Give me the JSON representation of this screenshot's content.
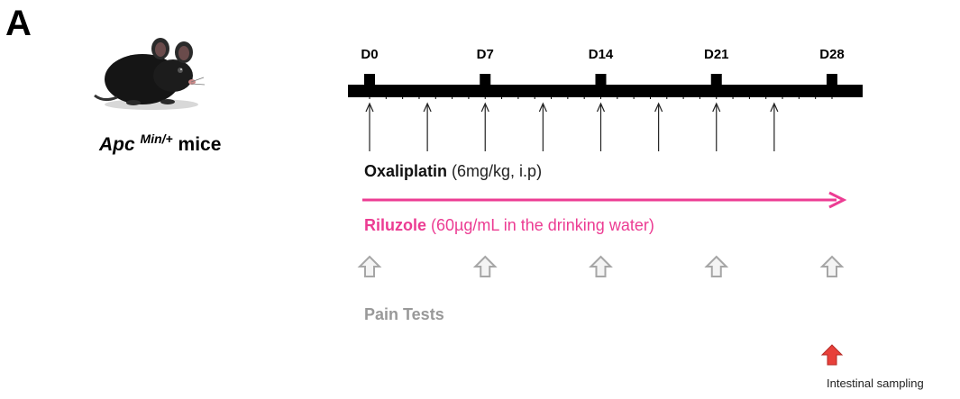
{
  "panel_letter": "A",
  "mouse": {
    "strain_italic": "Apc",
    "strain_sup": "Min/+",
    "suffix": "mice"
  },
  "timeline": {
    "days": [
      {
        "label": "D0",
        "day": 0
      },
      {
        "label": "D7",
        "day": 7
      },
      {
        "label": "D14",
        "day": 14
      },
      {
        "label": "D21",
        "day": 21
      },
      {
        "label": "D28",
        "day": 28
      }
    ],
    "oxaliplatin_days": [
      0,
      3.5,
      7,
      10.5,
      14,
      17.5,
      21,
      24.5
    ],
    "pain_test_days": [
      0,
      7,
      14,
      21,
      28
    ],
    "sampling_day": 28
  },
  "treatments": {
    "oxaliplatin": {
      "name": "Oxaliplatin",
      "detail": " (6mg/kg, i.p)"
    },
    "riluzole": {
      "name": "Riluzole",
      "detail": " (60µg/mL in the drinking water)",
      "color": "#ec3c93"
    }
  },
  "pain_tests_label": "Pain Tests",
  "sampling_label": "Intestinal sampling",
  "colors": {
    "timeline": "#000000",
    "pain_arrow": "#a6a6a6",
    "sampling_arrow": "#e8403a"
  }
}
